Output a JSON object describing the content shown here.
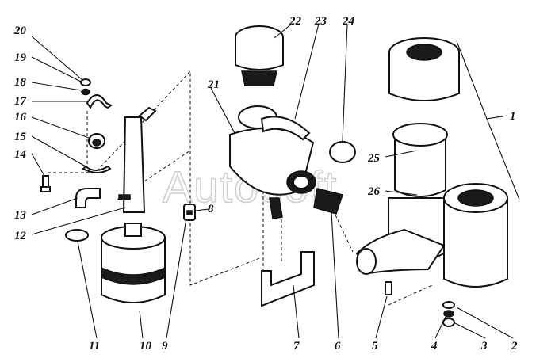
{
  "watermark": "Autosoft",
  "part_labels": {
    "p1": "1",
    "p2": "2",
    "p3": "3",
    "p4": "4",
    "p5": "5",
    "p6": "6",
    "p7": "7",
    "p8": "8",
    "p9": "9",
    "p10": "10",
    "p11": "11",
    "p12": "12",
    "p13": "13",
    "p14": "14",
    "p15": "15",
    "p16": "16",
    "p17": "17",
    "p18": "18",
    "p19": "19",
    "p20": "20",
    "p21": "21",
    "p22": "22",
    "p23": "23",
    "p24": "24",
    "p25": "25",
    "p26": "26"
  }
}
